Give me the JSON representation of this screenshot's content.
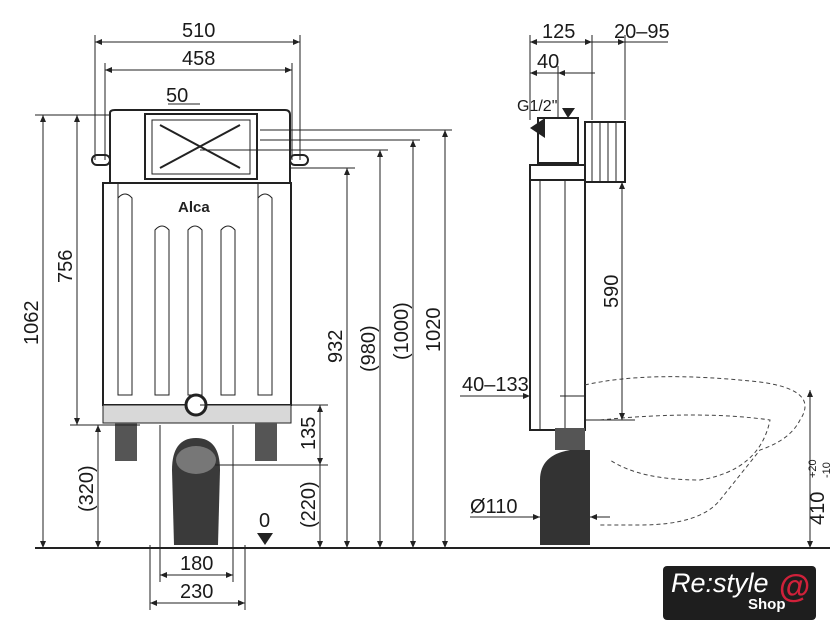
{
  "front_view": {
    "brand": "Alca",
    "dims": {
      "width_outer": "510",
      "width_inner": "458",
      "offset": "50",
      "total_height": "1062",
      "frame_height": "756",
      "foot_height": "(320)",
      "h932": "932",
      "h980": "(980)",
      "h1000": "(1000)",
      "h1020": "1020",
      "h135": "135",
      "h220": "(220)",
      "zero": "0",
      "w180": "180",
      "w230": "230"
    }
  },
  "side_view": {
    "dims": {
      "d125": "125",
      "d20_95": "20–95",
      "d40": "40",
      "inlet": "G1/2\"",
      "h590": "590",
      "d40_133": "40–133",
      "pipe": "Ø110",
      "h410": "410",
      "tol_plus": "+20",
      "tol_minus": "-10"
    }
  },
  "logo": {
    "main": "Re:style",
    "sub": "Shop",
    "symbol": "@"
  }
}
